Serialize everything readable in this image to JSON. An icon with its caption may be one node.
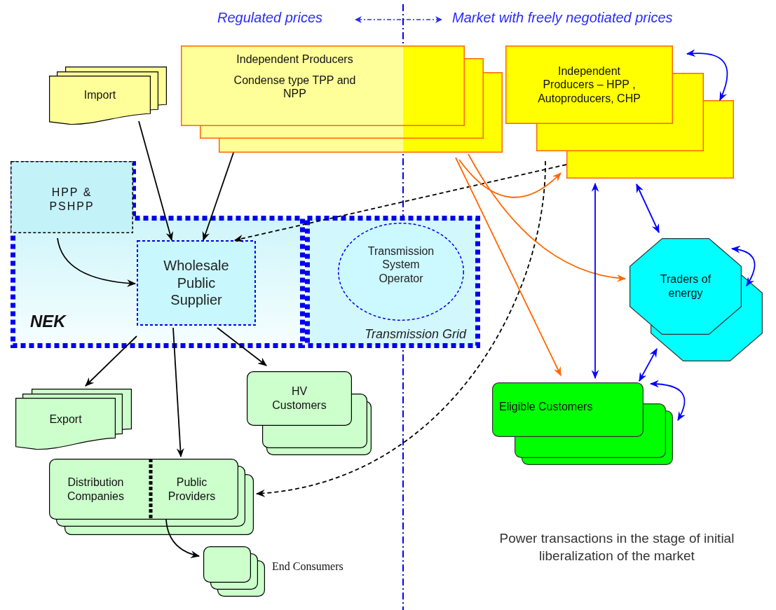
{
  "diagram": {
    "caption": "Power transactions in the stage of initial liberalization of the market",
    "nodes": [
      {
        "text": [
          "Import"
        ]
      },
      {
        "text": [
          "Independent Producers",
          "Condense type TPP and NPP"
        ]
      },
      {
        "text": [
          "Independent Producers – HPP , Autoproducers, CHP"
        ]
      },
      {
        "text": [
          "NEK"
        ]
      },
      {
        "text": [
          "HPP & PSHPP"
        ],
        "in": 3
      },
      {
        "text": [
          "Wholesale Public Supplier"
        ],
        "in": 3
      },
      {
        "text": [
          "Transmission Grid"
        ]
      },
      {
        "text": [
          "Transmission System Operator"
        ],
        "in": 6
      },
      {
        "text": [
          "Traders of energy"
        ]
      },
      {
        "text": [
          "Export"
        ]
      },
      {
        "text": [
          "HV Customers"
        ]
      },
      {
        "text": [
          "Eligible Customers"
        ]
      },
      {
        "text": [
          "Distribution Companies",
          "Public Providers"
        ]
      },
      {
        "text": [],
        "shape": "box",
        "beside": [
          "End Consumers"
        ]
      }
    ],
    "edges": [
      {
        "from": 0,
        "to": 5,
        "arrow": "to"
      },
      {
        "from": 1,
        "to": 5,
        "arrow": "to"
      },
      {
        "from": 2,
        "to": 5,
        "arrow": "to",
        "style": "dashed"
      },
      {
        "from": 2,
        "to": 12,
        "arrow": "to",
        "style": "dashed"
      },
      {
        "from": 4,
        "to": 5,
        "arrow": "to"
      },
      {
        "from": 5,
        "to": 9,
        "arrow": "to"
      },
      {
        "from": 5,
        "to": 12,
        "arrow": "to"
      },
      {
        "from": 5,
        "to": 10,
        "arrow": "to"
      },
      {
        "from": 12,
        "to": 13,
        "arrow": "to"
      },
      {
        "from": 1,
        "to": 2,
        "arrow": "to",
        "color": "#ff6600"
      },
      {
        "from": 1,
        "to": 8,
        "arrow": "to",
        "color": "#ff6600"
      },
      {
        "from": 1,
        "to": 11,
        "arrow": "to",
        "color": "#ff6600"
      },
      {
        "from": 2,
        "to": 11,
        "arrow": "both",
        "color": "#0000ff"
      },
      {
        "from": 2,
        "to": 8,
        "arrow": "both",
        "color": "#0000ff"
      },
      {
        "from": 8,
        "to": 11,
        "arrow": "both",
        "color": "#0000ff"
      },
      {
        "from": 2,
        "to": 2,
        "arrow": "both",
        "color": "#0000ff"
      },
      {
        "from": 8,
        "to": 8,
        "arrow": "both",
        "color": "#0000ff"
      },
      {
        "from": 11,
        "to": 11,
        "arrow": "both",
        "color": "#0000ff"
      }
    ],
    "labels": [
      "Regulated prices",
      "Market with freely negotiated prices"
    ]
  }
}
